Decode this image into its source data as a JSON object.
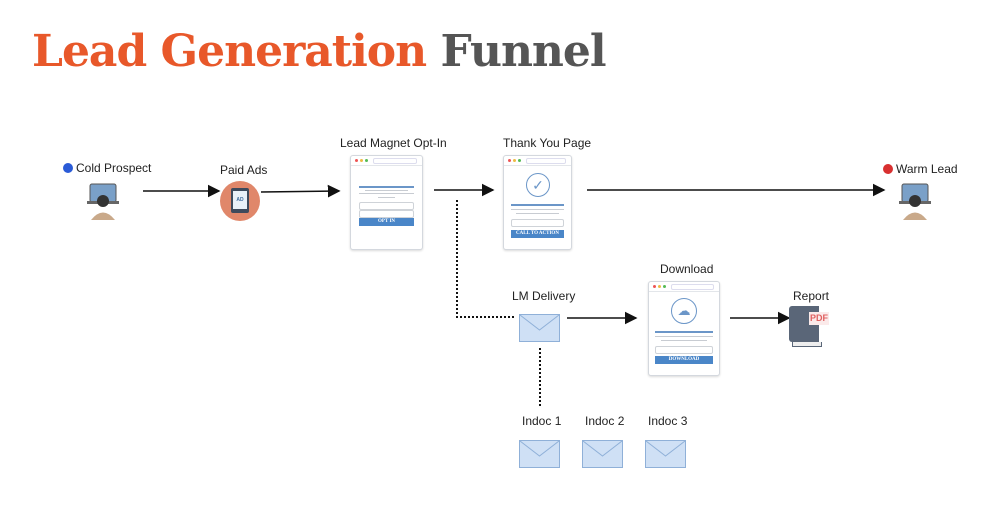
{
  "title": {
    "part1": "Lead Generation",
    "part2": "Funnel"
  },
  "colors": {
    "title_accent": "#e8582a",
    "title_dark": "#555555",
    "start_dot": "#2a5bd7",
    "end_dot": "#d83030",
    "envelope": "#cfe0f5",
    "page_button": "#4a86c8"
  },
  "nodes": {
    "cold_prospect": {
      "label": "Cold Prospect",
      "icon": "person-at-laptop-icon"
    },
    "paid_ads": {
      "label": "Paid Ads",
      "icon_text": "AD"
    },
    "lead_magnet": {
      "label": "Lead Magnet Opt-In",
      "button": "OPT IN"
    },
    "thank_you": {
      "label": "Thank You Page",
      "button": "CALL TO ACTION"
    },
    "warm_lead": {
      "label": "Warm Lead",
      "icon": "person-at-laptop-icon"
    },
    "lm_delivery": {
      "label": "LM Delivery",
      "icon": "envelope-icon"
    },
    "download": {
      "label": "Download",
      "button": "DOWNLOAD"
    },
    "report": {
      "label": "Report",
      "icon_text": "PDF"
    },
    "indocs": [
      {
        "label": "Indoc 1"
      },
      {
        "label": "Indoc 2"
      },
      {
        "label": "Indoc 3"
      }
    ]
  }
}
